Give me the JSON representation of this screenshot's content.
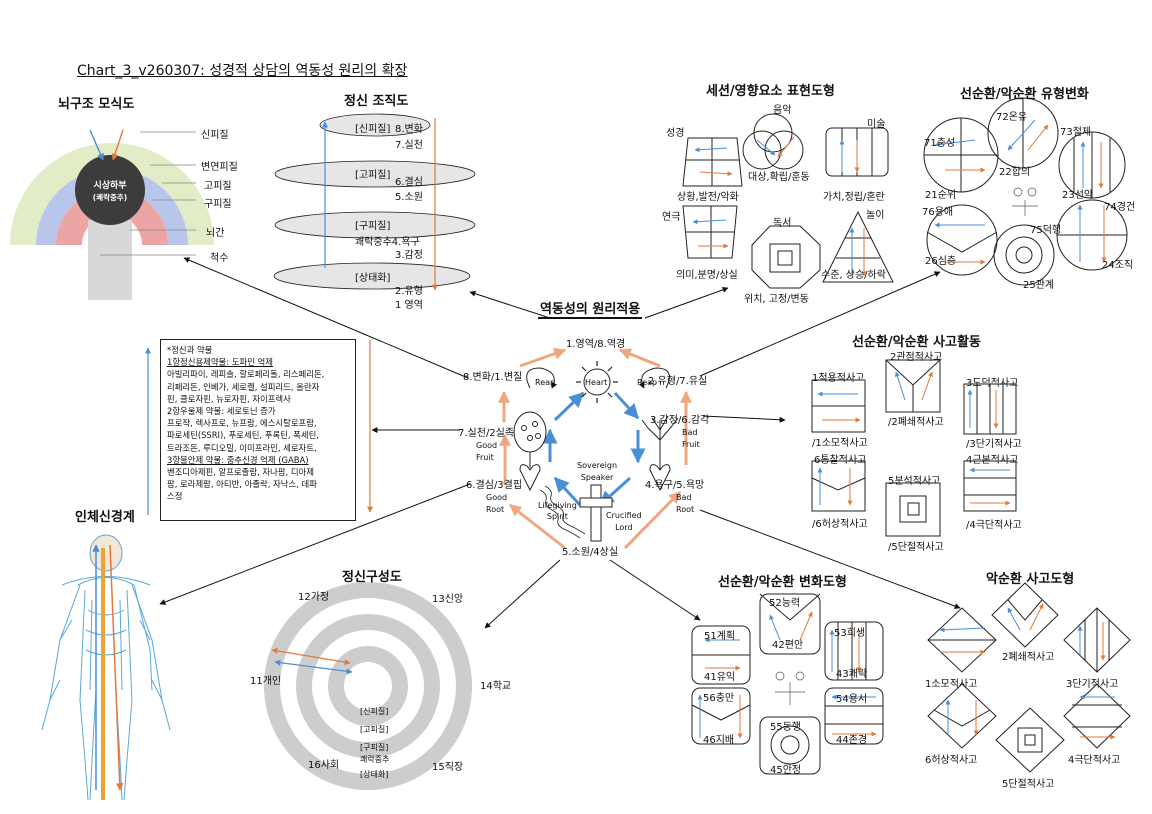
{
  "header": {
    "title": "Chart_3_v260307: 성경적 상담의 역동성 원리의 확장"
  },
  "center": {
    "title": "역동성의 원리적용",
    "nodes": [
      "1.영역/8.역경",
      "2.유형/7.유실",
      "3.감정/6.감각",
      "4.욕구/5.욕망",
      "5.소원/4상실",
      "6.결심/3결핍",
      "7.실천/2실족",
      "8.변화/1.변질"
    ],
    "reap_left": "Reap",
    "reap_right": "Reap",
    "heart": "Heart",
    "good_fruit": [
      "Good",
      "Fruit"
    ],
    "bad_fruit": [
      "Bad",
      "Fruit"
    ],
    "good_root": [
      "Good",
      "Root"
    ],
    "bad_root": [
      "Bad",
      "Root"
    ],
    "sovereign": [
      "Sovereign",
      "Speaker"
    ],
    "crucified": [
      "Crucified",
      "Lord"
    ],
    "spirit": [
      "Lifegiving",
      "Spirit"
    ]
  },
  "brain": {
    "title": "뇌구조 모식도",
    "core": [
      "시상하부",
      "(쾌락중추)"
    ],
    "labels": [
      "신피질",
      "변연피질",
      "고피질",
      "구피질",
      "뇌간",
      "척수"
    ]
  },
  "mind_org": {
    "title": "정신 조직도",
    "layers": [
      {
        "name": "[신피질]",
        "top": "8.변화",
        "bottom": "7.실천"
      },
      {
        "name": "[고피질]",
        "top": "6.결심",
        "bottom": "5.소원"
      },
      {
        "name": "[구피질]",
        "top": "쾌락중추4.욕구",
        "bottom": "3.감정"
      },
      {
        "name": "[상태화]",
        "top": "2.유형",
        "bottom": "1 영역"
      }
    ]
  },
  "drugs": {
    "lines": [
      "*정신과 약물",
      "1항정신용제약물: 도파민 억제",
      "아빌리파이, 레피솔, 할로페리돌, 리스페리돈,",
      "리페리돈, 인베가, 세로켈, 설피리드, 올란자",
      "핀, 클로자핀, 뉴로자핀, 자이프렉사",
      "2항우울제 약물: 세로토닌 증가",
      "프로작, 렉사프로, 뉴프람, 에스시탈로프람,",
      "파로세틴(SSRI), 푸로세틴, 푸록틴, 폭세틴,",
      "트라조돈, 루디오밀, 이미프라민, 세로자트,",
      "3항불안제 약물: 중추신경 억제 (GABA)",
      "벤조디아제핀, 알프로졸람, 자나팜, 디아제",
      "팜, 로라제팜, 아티반, 아졸락, 자낙스, 데파",
      "스정"
    ]
  },
  "nervous": {
    "title": "인체신경계"
  },
  "mind_struct": {
    "title": "정신구성도",
    "labels": [
      "12가정",
      "13신앙",
      "11개인",
      "14학교",
      "16사회",
      "15직장"
    ],
    "layers": [
      "[신피질]",
      "[고피질]",
      "[구피질]",
      "쾌락중추",
      "[상태화]"
    ]
  },
  "session": {
    "title": "세션/영향요소  표현도형",
    "labels": [
      "성경",
      "음악",
      "미술",
      "상황,발전/악화",
      "대상,확립/훈동",
      "가치,정립/혼란",
      "연극",
      "독서",
      "놀이",
      "의미,분명/상실",
      "위치, 고정/변동",
      "수준, 상승/하락"
    ]
  },
  "cycle_change": {
    "title": "선순환/악순환 유형변화",
    "labels": [
      "72온유",
      "71충성",
      "73절제",
      "22합의",
      "21순위",
      "23선악",
      "76용애",
      "74경건",
      "75덕행",
      "26심층",
      "24조직",
      "25관계"
    ]
  },
  "thinking": {
    "title": "선순환/악순환 사고활동",
    "labels": [
      "1적용적사고",
      "2관점적사고",
      "3도덕적사고",
      "/1소모적사고",
      "/2폐쇄적사고",
      "/3단기적사고",
      "6통찰적사고",
      "5분석적사고",
      "4근본적사고",
      "/6허상적사고",
      "/5단절적사고",
      "/4극단적사고"
    ]
  },
  "change_fig": {
    "title": "선순환/악순환 변화도형",
    "labels": [
      "52능력",
      "51계획",
      "53희생",
      "42편안",
      "41유익",
      "43쾌락",
      "56충만",
      "54용서",
      "55동행",
      "46지배",
      "44존경",
      "45안정"
    ]
  },
  "vicious": {
    "title": "악순환 사고도형",
    "labels": [
      "2폐쇄적사고",
      "1소모적사고",
      "3단기적사고",
      "6허상적사고",
      "4극단적사고",
      "5단절적사고"
    ]
  },
  "colors": {
    "orange": "#e07a3c",
    "blue": "#4a8fd6",
    "salmon": "#f0a77f",
    "grey": "#bdbdbd"
  }
}
